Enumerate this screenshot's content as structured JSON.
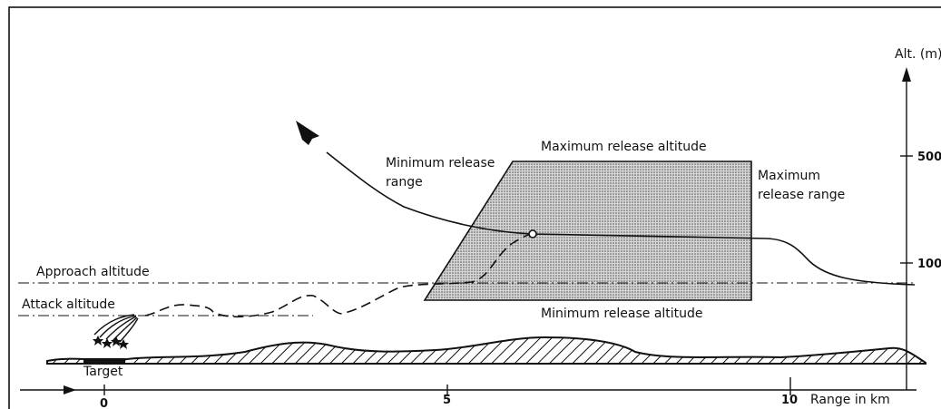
{
  "diagram": {
    "labels": {
      "max_release_altitude": "Maximum release altitude",
      "min_release_altitude": "Minimum release altitude",
      "min_release_range_1": "Minimum release",
      "min_release_range_2": "range",
      "max_release_range_1": "Maximum",
      "max_release_range_2": "release range",
      "approach_altitude": "Approach altitude",
      "attack_altitude": "Attack altitude",
      "target": "Target",
      "range_axis": "Range in km",
      "alt_axis": "Alt. (m)"
    },
    "range_ticks": [
      "0",
      "5",
      "10"
    ],
    "alt_ticks": [
      "500",
      "100"
    ],
    "colors": {
      "ink": "#111111",
      "zone_fill": "#bdbdbd",
      "background": "#ffffff"
    }
  }
}
